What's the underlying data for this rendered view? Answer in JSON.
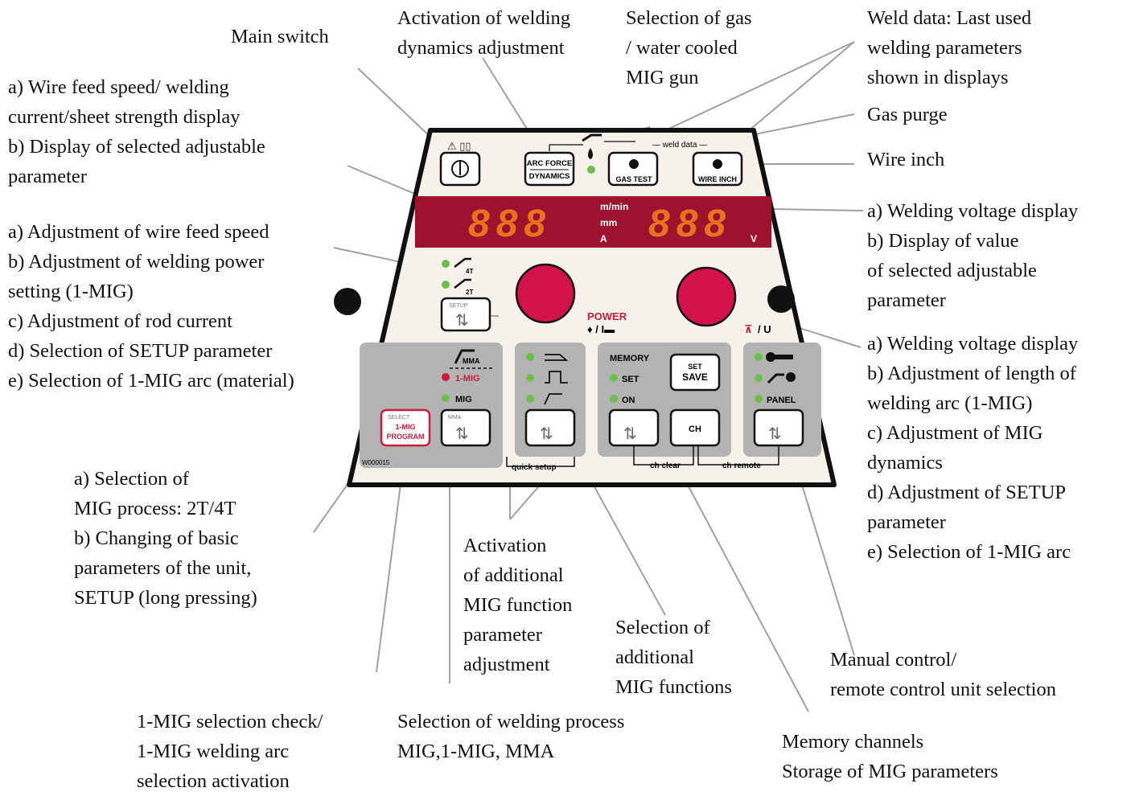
{
  "labels": {
    "main_switch": [
      "Main switch"
    ],
    "left_display": [
      "a) Wire feed speed/ welding",
      "current/sheet strength display",
      "b) Display of selected adjustable",
      "parameter"
    ],
    "left_knob": [
      "a) Adjustment of wire feed speed",
      "b) Adjustment of welding power",
      "setting (1-MIG)",
      "c) Adjustment of rod current",
      "d) Selection of SETUP parameter",
      "e) Selection of 1-MIG arc (material)"
    ],
    "activation_dynamics": [
      "Activation of welding",
      "dynamics adjustment"
    ],
    "gas_water": [
      "Selection of gas",
      "/ water cooled",
      "MIG gun"
    ],
    "weld_data": [
      "Weld data: Last used",
      "welding parameters",
      "shown in displays"
    ],
    "gas_purge": [
      "Gas purge"
    ],
    "wire_inch": [
      "Wire inch"
    ],
    "right_display": [
      "a) Welding voltage display",
      "b) Display of value",
      "of selected adjustable",
      "parameter"
    ],
    "right_knob": [
      "a) Welding voltage display",
      "b) Adjustment of length of",
      "welding arc (1-MIG)",
      "c) Adjustment of MIG",
      "dynamics",
      "d) Adjustment of SETUP",
      "parameter",
      "e) Selection of 1-MIG arc"
    ],
    "mig_process": [
      "a) Selection of",
      "MIG process: 2T/4T",
      "b) Changing of basic",
      "parameters of the unit,",
      "SETUP (long pressing)"
    ],
    "additional_activation": [
      "Activation",
      "of additional",
      "MIG function",
      "parameter",
      "adjustment"
    ],
    "additional_selection": [
      "Selection of",
      "additional",
      "MIG functions"
    ],
    "remote": [
      "Manual control/",
      "remote control unit selection"
    ],
    "one_mig_check": [
      "1-MIG selection check/",
      "1-MIG welding arc",
      "selection activation"
    ],
    "process_select": [
      "Selection of welding process",
      "MIG,1-MIG, MMA"
    ],
    "memory": [
      "Memory channels",
      "Storage of MIG parameters"
    ]
  },
  "panel": {
    "display_left": "888",
    "display_right": "888",
    "units": [
      "m/min",
      "mm",
      "A"
    ],
    "unit_v": "V",
    "arc_force": "ARC FORCE",
    "dynamics": "DYNAMICS",
    "gas_test": "GAS TEST",
    "wire_inch": "WIRE INCH",
    "weld_data": "— weld data —",
    "power": "POWER",
    "u_label": "/ U",
    "trigger_4t": "4T",
    "trigger_2t": "2T",
    "setup": "SETUP",
    "mma_small": "MMA",
    "mma": "MMA",
    "one_mig": "1-MIG",
    "mig": "MIG",
    "select_small": "SELECT",
    "select_1mig": "1-MIG",
    "select_program": "PROGRAM",
    "memory": "MEMORY",
    "set": "SET",
    "on": "ON",
    "set_save_1": "SET",
    "set_save_2": "SAVE",
    "ch": "CH",
    "panel_label": "PANEL",
    "quick_setup": "quick setup",
    "ch_clear": "ch clear",
    "ch_remote": "ch remote",
    "code": "W000015"
  },
  "colors": {
    "display_bg": "#9e1230",
    "digits": "#e8721e",
    "knob": "#d4124a",
    "led": "#6cc04a",
    "group_bg": "#b3b3b3",
    "face": "#f6f1ea"
  }
}
